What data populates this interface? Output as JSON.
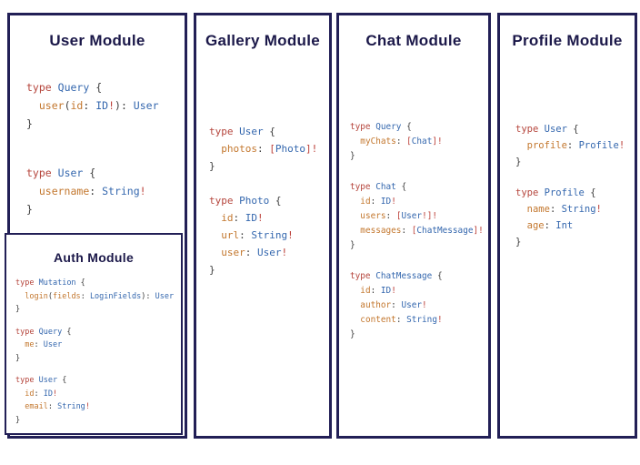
{
  "colors": {
    "panel_border": "#221f56",
    "title_text": "#1b1849",
    "keyword_red": "#b5453c",
    "type_blue": "#3467ae",
    "field_orange": "#c3772e",
    "punct_dark": "#3d3d3d",
    "punct_red": "#bc4039"
  },
  "panels": [
    {
      "title": "User Module",
      "code": [
        [
          [
            [
              "type",
              "k"
            ],
            [
              " ",
              "p"
            ],
            [
              "Query",
              "t"
            ],
            [
              " {",
              "p"
            ]
          ],
          [
            [
              "  ",
              "p"
            ],
            [
              "user",
              "f"
            ],
            [
              "(",
              "p"
            ],
            [
              "id",
              "f"
            ],
            [
              ": ",
              "p"
            ],
            [
              "ID",
              "t"
            ],
            [
              "!",
              "r"
            ],
            [
              "): ",
              "p"
            ],
            [
              "User",
              "t"
            ]
          ],
          [
            [
              "}",
              "p"
            ]
          ]
        ],
        [
          [
            [
              "type",
              "k"
            ],
            [
              " ",
              "p"
            ],
            [
              "User",
              "t"
            ],
            [
              " {",
              "p"
            ]
          ],
          [
            [
              "  ",
              "p"
            ],
            [
              "username",
              "f"
            ],
            [
              ": ",
              "p"
            ],
            [
              "String",
              "t"
            ],
            [
              "!",
              "r"
            ]
          ],
          [
            [
              "}",
              "p"
            ]
          ]
        ]
      ],
      "nested": {
        "title": "Auth Module",
        "code": [
          [
            [
              [
                "type",
                "k"
              ],
              [
                " ",
                "p"
              ],
              [
                "Mutation",
                "t"
              ],
              [
                " {",
                "p"
              ]
            ],
            [
              [
                "  ",
                "p"
              ],
              [
                "login",
                "f"
              ],
              [
                "(",
                "p"
              ],
              [
                "fields",
                "f"
              ],
              [
                ": ",
                "p"
              ],
              [
                "LoginFields",
                "t"
              ],
              [
                "): ",
                "p"
              ],
              [
                "User",
                "t"
              ]
            ],
            [
              [
                "}",
                "p"
              ]
            ]
          ],
          [
            [
              [
                "type",
                "k"
              ],
              [
                " ",
                "p"
              ],
              [
                "Query",
                "t"
              ],
              [
                " {",
                "p"
              ]
            ],
            [
              [
                "  ",
                "p"
              ],
              [
                "me",
                "f"
              ],
              [
                ": ",
                "p"
              ],
              [
                "User",
                "t"
              ]
            ],
            [
              [
                "}",
                "p"
              ]
            ]
          ],
          [
            [
              [
                "type",
                "k"
              ],
              [
                " ",
                "p"
              ],
              [
                "User",
                "t"
              ],
              [
                " {",
                "p"
              ]
            ],
            [
              [
                "  ",
                "p"
              ],
              [
                "id",
                "f"
              ],
              [
                ": ",
                "p"
              ],
              [
                "ID",
                "t"
              ],
              [
                "!",
                "r"
              ]
            ],
            [
              [
                "  ",
                "p"
              ],
              [
                "email",
                "f"
              ],
              [
                ": ",
                "p"
              ],
              [
                "String",
                "t"
              ],
              [
                "!",
                "r"
              ]
            ],
            [
              [
                "}",
                "p"
              ]
            ]
          ]
        ]
      }
    },
    {
      "title": "Gallery Module",
      "code": [
        [
          [
            [
              "type",
              "k"
            ],
            [
              " ",
              "p"
            ],
            [
              "User",
              "t"
            ],
            [
              " {",
              "p"
            ]
          ],
          [
            [
              "  ",
              "p"
            ],
            [
              "photos",
              "f"
            ],
            [
              ": ",
              "p"
            ],
            [
              "[",
              "r"
            ],
            [
              "Photo",
              "t"
            ],
            [
              "]!",
              "r"
            ]
          ],
          [
            [
              "}",
              "p"
            ]
          ]
        ],
        [
          [
            [
              "type",
              "k"
            ],
            [
              " ",
              "p"
            ],
            [
              "Photo",
              "t"
            ],
            [
              " {",
              "p"
            ]
          ],
          [
            [
              "  ",
              "p"
            ],
            [
              "id",
              "f"
            ],
            [
              ": ",
              "p"
            ],
            [
              "ID",
              "t"
            ],
            [
              "!",
              "r"
            ]
          ],
          [
            [
              "  ",
              "p"
            ],
            [
              "url",
              "f"
            ],
            [
              ": ",
              "p"
            ],
            [
              "String",
              "t"
            ],
            [
              "!",
              "r"
            ]
          ],
          [
            [
              "  ",
              "p"
            ],
            [
              "user",
              "f"
            ],
            [
              ": ",
              "p"
            ],
            [
              "User",
              "t"
            ],
            [
              "!",
              "r"
            ]
          ],
          [
            [
              "}",
              "p"
            ]
          ]
        ]
      ]
    },
    {
      "title": "Chat Module",
      "code": [
        [
          [
            [
              "type",
              "k"
            ],
            [
              " ",
              "p"
            ],
            [
              "Query",
              "t"
            ],
            [
              " {",
              "p"
            ]
          ],
          [
            [
              "  ",
              "p"
            ],
            [
              "myChats",
              "f"
            ],
            [
              ": ",
              "p"
            ],
            [
              "[",
              "r"
            ],
            [
              "Chat",
              "t"
            ],
            [
              "]!",
              "r"
            ]
          ],
          [
            [
              "}",
              "p"
            ]
          ]
        ],
        [
          [
            [
              "type",
              "k"
            ],
            [
              " ",
              "p"
            ],
            [
              "Chat",
              "t"
            ],
            [
              " {",
              "p"
            ]
          ],
          [
            [
              "  ",
              "p"
            ],
            [
              "id",
              "f"
            ],
            [
              ": ",
              "p"
            ],
            [
              "ID",
              "t"
            ],
            [
              "!",
              "r"
            ]
          ],
          [
            [
              "  ",
              "p"
            ],
            [
              "users",
              "f"
            ],
            [
              ": ",
              "p"
            ],
            [
              "[",
              "r"
            ],
            [
              "User",
              "t"
            ],
            [
              "!]!",
              "r"
            ]
          ],
          [
            [
              "  ",
              "p"
            ],
            [
              "messages",
              "f"
            ],
            [
              ": ",
              "p"
            ],
            [
              "[",
              "r"
            ],
            [
              "ChatMessage",
              "t"
            ],
            [
              "]!",
              "r"
            ]
          ],
          [
            [
              "}",
              "p"
            ]
          ]
        ],
        [
          [
            [
              "type",
              "k"
            ],
            [
              " ",
              "p"
            ],
            [
              "ChatMessage",
              "t"
            ],
            [
              " {",
              "p"
            ]
          ],
          [
            [
              "  ",
              "p"
            ],
            [
              "id",
              "f"
            ],
            [
              ": ",
              "p"
            ],
            [
              "ID",
              "t"
            ],
            [
              "!",
              "r"
            ]
          ],
          [
            [
              "  ",
              "p"
            ],
            [
              "author",
              "f"
            ],
            [
              ": ",
              "p"
            ],
            [
              "User",
              "t"
            ],
            [
              "!",
              "r"
            ]
          ],
          [
            [
              "  ",
              "p"
            ],
            [
              "content",
              "f"
            ],
            [
              ": ",
              "p"
            ],
            [
              "String",
              "t"
            ],
            [
              "!",
              "r"
            ]
          ],
          [
            [
              "}",
              "p"
            ]
          ]
        ]
      ]
    },
    {
      "title": "Profile Module",
      "code": [
        [
          [
            [
              "type",
              "k"
            ],
            [
              " ",
              "p"
            ],
            [
              "User",
              "t"
            ],
            [
              " {",
              "p"
            ]
          ],
          [
            [
              "  ",
              "p"
            ],
            [
              "profile",
              "f"
            ],
            [
              ": ",
              "p"
            ],
            [
              "Profile",
              "t"
            ],
            [
              "!",
              "r"
            ]
          ],
          [
            [
              "}",
              "p"
            ]
          ]
        ],
        [
          [
            [
              "type",
              "k"
            ],
            [
              " ",
              "p"
            ],
            [
              "Profile",
              "t"
            ],
            [
              " {",
              "p"
            ]
          ],
          [
            [
              "  ",
              "p"
            ],
            [
              "name",
              "f"
            ],
            [
              ": ",
              "p"
            ],
            [
              "String",
              "t"
            ],
            [
              "!",
              "r"
            ]
          ],
          [
            [
              "  ",
              "p"
            ],
            [
              "age",
              "f"
            ],
            [
              ": ",
              "p"
            ],
            [
              "Int",
              "t"
            ]
          ],
          [
            [
              "}",
              "p"
            ]
          ]
        ]
      ]
    }
  ]
}
